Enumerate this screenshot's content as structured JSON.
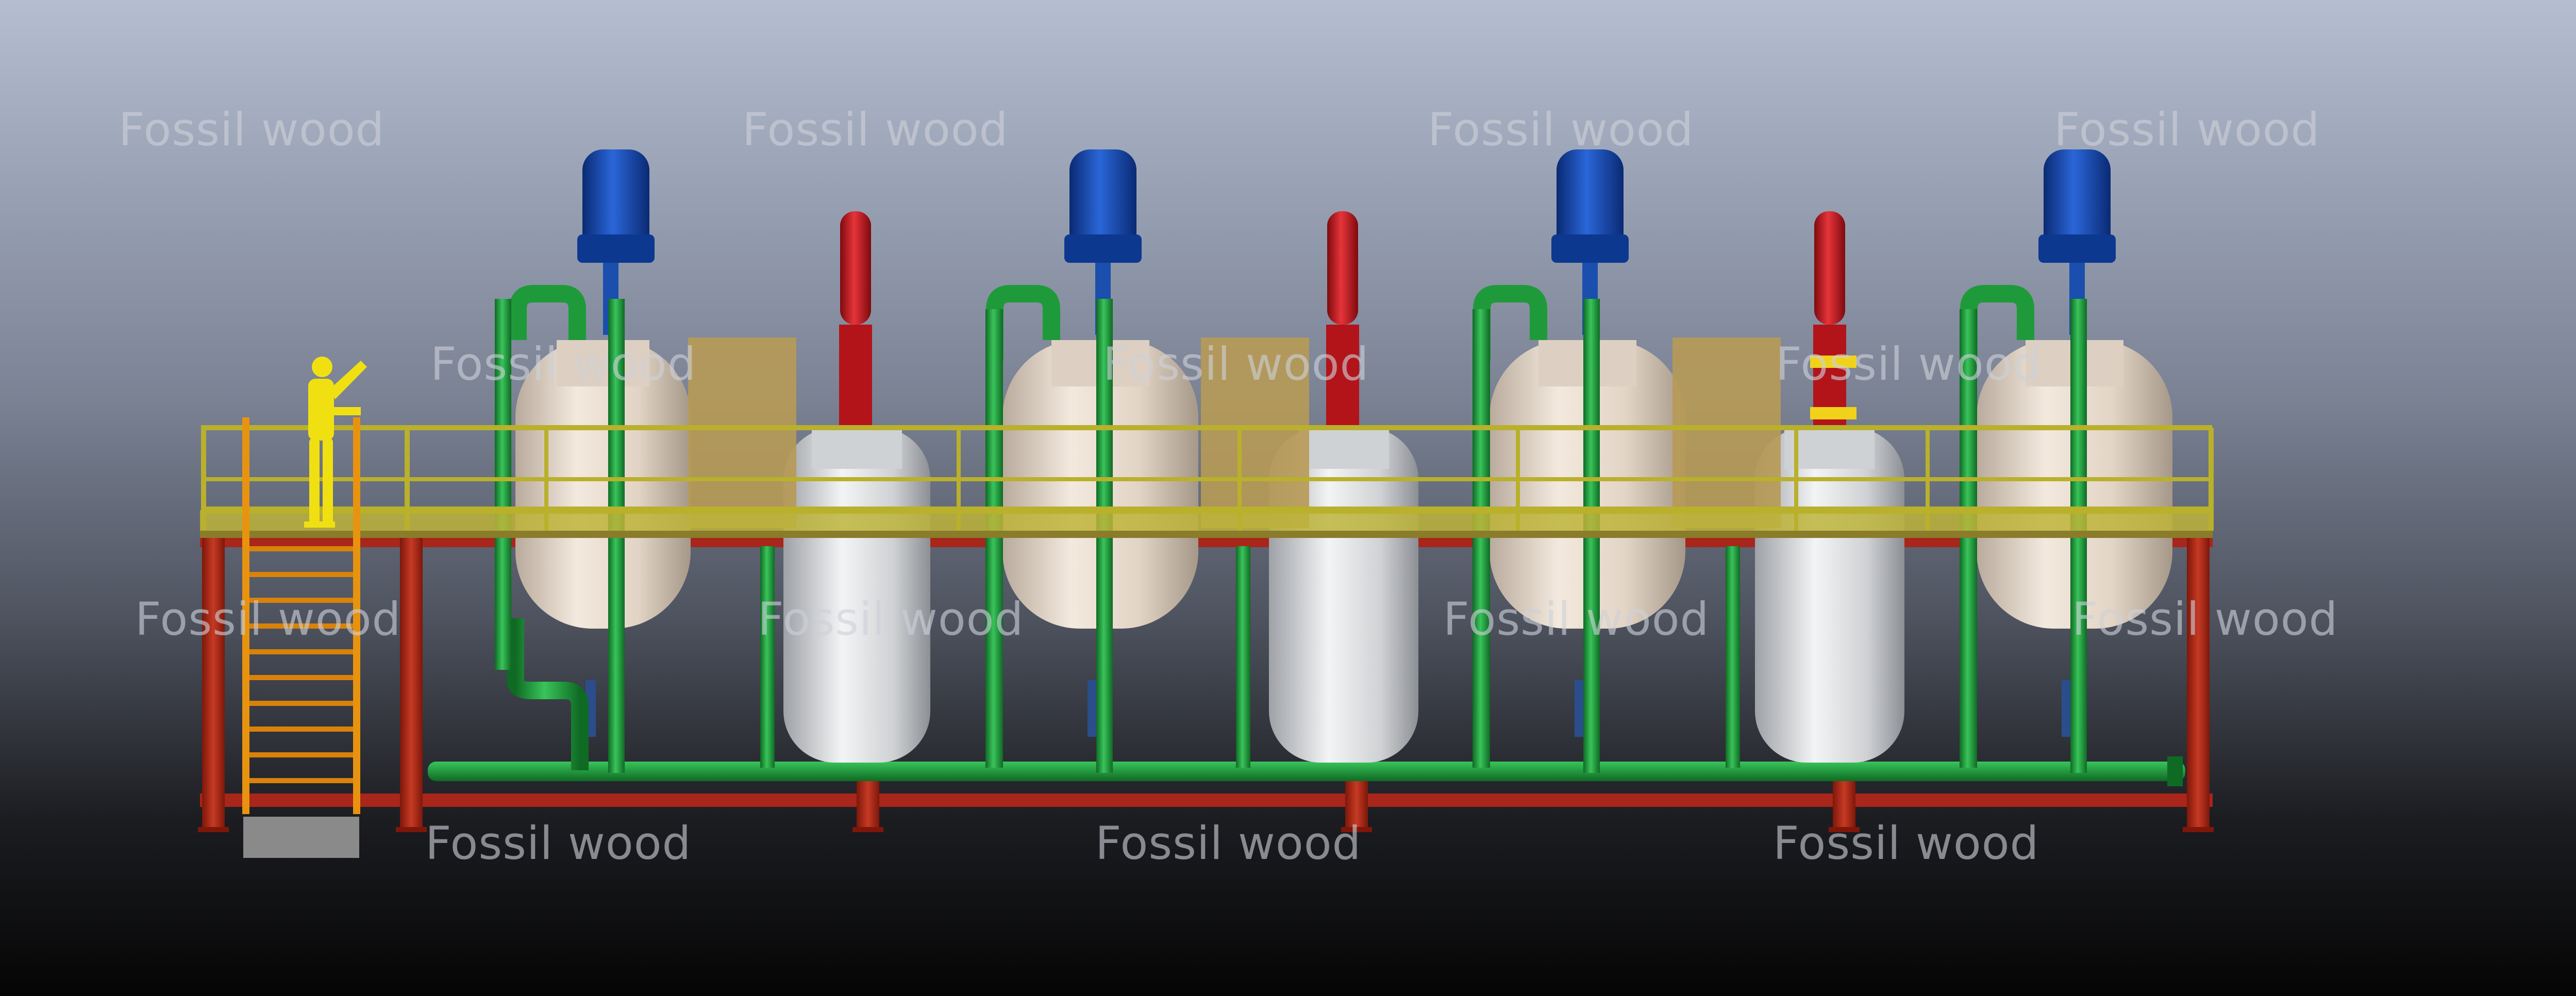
{
  "watermarks": [
    "Fossil wood",
    "Fossil wood",
    "Fossil wood",
    "Fossil wood",
    "Fossil wood",
    "Fossil wood",
    "Fossil wood",
    "Fossil wood",
    "Fossil wood",
    "Fossil wood",
    "Fossil wood",
    "Fossil wood",
    "Fossil wood",
    "Fossil wood"
  ],
  "colors": {
    "frame": "#b32816",
    "frame_dark": "#7e170a",
    "pipe": "#1f9a3a",
    "pipe_dark": "#0f6a24",
    "motor": "#1142a6",
    "motor_dark": "#0a2a73",
    "red_actuator": "#c8161d",
    "vessel_cream": "#e9dccf",
    "vessel_silver": "#d7d9dc",
    "railing": "#b9b02c",
    "ladder": "#e8930f",
    "worker": "#f0e012",
    "panel": "#b79a55"
  }
}
